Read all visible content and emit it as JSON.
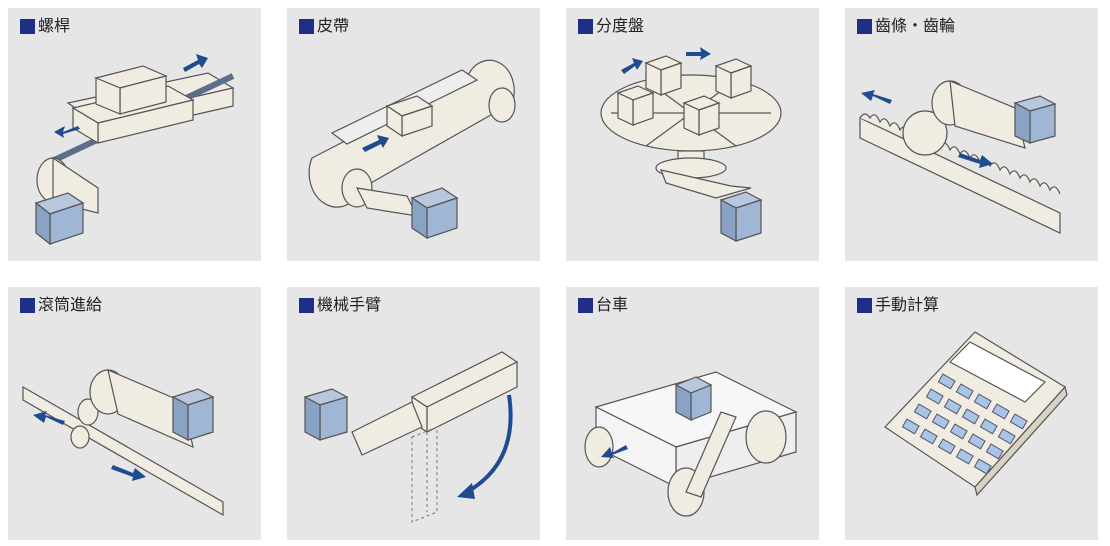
{
  "colors": {
    "tile_background": "#e6e6e6",
    "marker_square": "#1f2f85",
    "arrow": "#1e4c8f",
    "motor": "#9fb6d4",
    "part_fill": "#f1ece1",
    "outline": "#555555"
  },
  "tiles": [
    {
      "title": "螺桿",
      "icon": "ball-screw-illustration"
    },
    {
      "title": "皮帶",
      "icon": "belt-conveyor-illustration"
    },
    {
      "title": "分度盤",
      "icon": "index-table-illustration"
    },
    {
      "title": "齒條・齒輪",
      "icon": "rack-pinion-illustration"
    },
    {
      "title": "滾筒進給",
      "icon": "roll-feed-illustration"
    },
    {
      "title": "機械手臂",
      "icon": "robot-arm-illustration"
    },
    {
      "title": "台車",
      "icon": "cart-illustration"
    },
    {
      "title": "手動計算",
      "icon": "calculator-illustration"
    }
  ]
}
